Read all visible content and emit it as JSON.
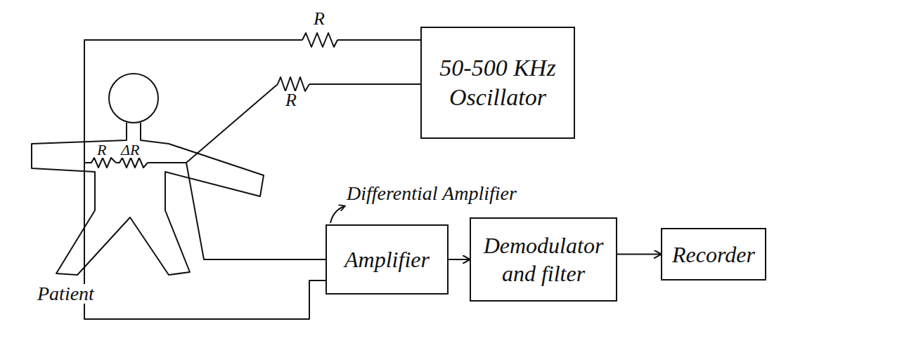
{
  "diagram": {
    "nodes": [
      {
        "text": [
          "50-500 KHz Oscillator"
        ]
      },
      {
        "text": [
          "Amplifier"
        ]
      },
      {
        "text": [
          "Demodulator and filter"
        ]
      },
      {
        "text": [
          "Recorder"
        ]
      }
    ],
    "edges": [
      {
        "from": 1,
        "to": 2,
        "arrow": "to"
      },
      {
        "from": 2,
        "to": 3,
        "arrow": "to"
      }
    ],
    "labels": [
      "R",
      "R",
      "R",
      "ΔR",
      "Patient",
      "Differential Amplifier"
    ]
  }
}
